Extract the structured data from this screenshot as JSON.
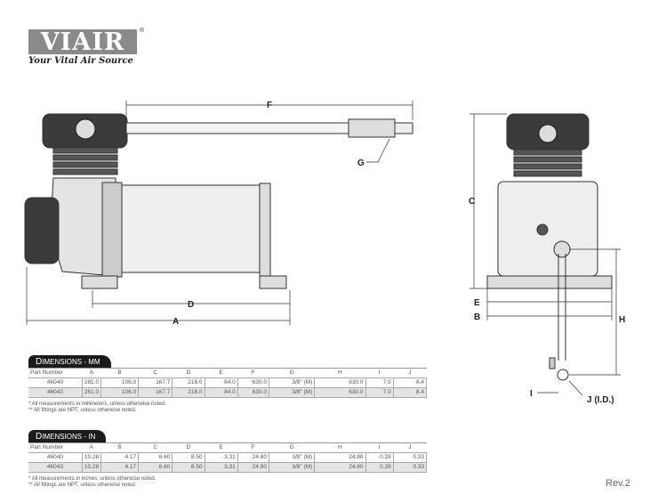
{
  "logo": {
    "brand": "VIAIR",
    "registered": "®",
    "tagline": "Your Vital Air Source"
  },
  "diagram": {
    "labels": {
      "A": "A",
      "B": "B",
      "C": "C",
      "D": "D",
      "E": "E",
      "F": "F",
      "G": "G",
      "H": "H",
      "I": "I",
      "J": "J (I.D.)"
    },
    "colors": {
      "line": "#333333",
      "fill": "#e8e8e8",
      "dark": "#3a3a3a"
    }
  },
  "tables": [
    {
      "title_initial": "D",
      "title_rest": "IMENSIONS - MM",
      "headers": [
        "Part Number",
        "A",
        "B",
        "C",
        "D",
        "E",
        "F",
        "G",
        "H",
        "I",
        "J"
      ],
      "rows": [
        [
          "46040",
          "261.0",
          "106.0",
          "167.7",
          "216.0",
          "84.0",
          "630.0",
          "3/8\" (M)",
          "630.0",
          "7.0",
          "8.4"
        ],
        [
          "46043",
          "261.0",
          "106.0",
          "167.7",
          "216.0",
          "84.0",
          "630.0",
          "3/8\" (M)",
          "630.0",
          "7.0",
          "8.4"
        ]
      ],
      "notes": [
        "* All measurements in millimeters, unless otherwise noted.",
        "** All fittings are NPT, unless otherwise noted."
      ]
    },
    {
      "title_initial": "D",
      "title_rest": "IMENSIONS - IN",
      "headers": [
        "Part Number",
        "A",
        "B",
        "C",
        "D",
        "E",
        "F",
        "G",
        "H",
        "I",
        "J"
      ],
      "rows": [
        [
          "46040",
          "10.28",
          "4.17",
          "6.60",
          "8.50",
          "3.31",
          "24.80",
          "3/8\" (M)",
          "24.80",
          "0.28",
          "0.33"
        ],
        [
          "46043",
          "10.28",
          "4.17",
          "6.60",
          "8.50",
          "3.31",
          "24.80",
          "3/8\" (M)",
          "24.80",
          "0.28",
          "0.33"
        ]
      ],
      "notes": [
        "* All measurements in inches, unless otherwise noted.",
        "** All fittings are NPT, unless otherwise noted."
      ]
    }
  ],
  "revision": "Rev.2"
}
